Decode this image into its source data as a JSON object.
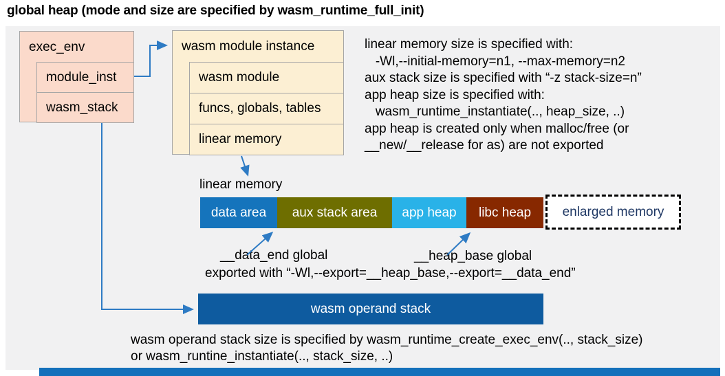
{
  "title": "global heap (mode and size are specified by wasm_runtime_full_init)",
  "exec_env": {
    "header": "exec_env",
    "rows": [
      "module_inst",
      "wasm_stack"
    ]
  },
  "module_instance": {
    "header": "wasm module instance",
    "rows": [
      "wasm module",
      "funcs, globals, tables",
      "linear memory"
    ]
  },
  "notes_right": {
    "lines": [
      "linear memory size is specified with:",
      "   -Wl,--initial-memory=n1, --max-memory=n2",
      "aux stack size is specified with “-z stack-size=n”",
      "app heap size is specified with:",
      "   wasm_runtime_instantiate(.., heap_size, ..)",
      "app heap is created only when malloc/free (or",
      "__new/__release for as) are not exported"
    ]
  },
  "linear_memory": {
    "label": "linear memory",
    "segments": [
      {
        "label": "data area",
        "color": "#1574bc",
        "text_color": "#ffffff"
      },
      {
        "label": "aux stack area",
        "color": "#6e6e00",
        "text_color": "#ffffff"
      },
      {
        "label": "app heap",
        "color": "#29b2e8",
        "text_color": "#ffffff"
      },
      {
        "label": "libc heap",
        "color": "#872800",
        "text_color": "#ffffff"
      },
      {
        "label": "enlarged memory",
        "color": "dashed-white",
        "text_color": "#1f3864"
      }
    ]
  },
  "globals_annotations": {
    "data_end": "__data_end global",
    "heap_base": "__heap_base global",
    "exported": "exported with “-Wl,--export=__heap_base,--export=__data_end”"
  },
  "operand_stack": {
    "label": "wasm operand stack"
  },
  "footer_notes": {
    "lines": [
      "wasm operand stack size is specified by wasm_runtime_create_exec_env(.., stack_size)",
      "or wasm_runtine_instantiate(.., stack_size, ..)"
    ]
  },
  "colors": {
    "panel_bg": "#f1f1f2",
    "exec_env_fill": "#fbdacb",
    "module_instance_fill": "#fcefd3",
    "box_border": "#a6a6a6",
    "arrow_blue": "#2e7bc4",
    "data_area": "#1574bc",
    "aux_stack_area": "#6e6e00",
    "app_heap": "#29b2e8",
    "libc_heap": "#872800",
    "enlarged_memory_text": "#1f3864",
    "operand_stack_fill": "#0e5b9f",
    "footer_bar": "#1470bb"
  }
}
